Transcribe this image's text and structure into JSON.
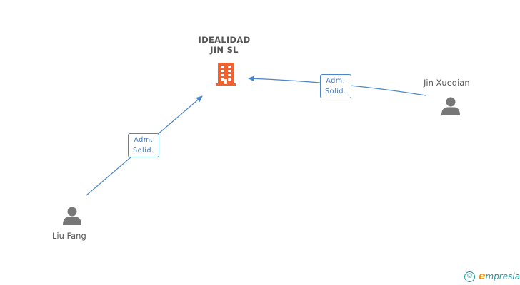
{
  "company": {
    "name_line1": "IDEALIDAD",
    "name_line2": "JIN  SL",
    "icon": "building-icon",
    "color": "#f0622f"
  },
  "people": [
    {
      "name": "Jin Xueqian",
      "icon": "person-icon"
    },
    {
      "name": "Liu Fang",
      "icon": "person-icon"
    }
  ],
  "relations": [
    {
      "from": "Jin Xueqian",
      "to": "IDEALIDAD JIN  SL",
      "label_line1": "Adm.",
      "label_line2": "Solid."
    },
    {
      "from": "Liu Fang",
      "to": "IDEALIDAD JIN  SL",
      "label_line1": "Adm.",
      "label_line2": "Solid."
    }
  ],
  "colors": {
    "edge": "#4a86c8",
    "node_gray": "#777777",
    "text_gray": "#555555",
    "brand_teal": "#1d9aa6",
    "brand_orange": "#f29400"
  },
  "watermark": {
    "copyright_symbol": "©",
    "brand_initial": "e",
    "brand_rest": "mpresia"
  }
}
